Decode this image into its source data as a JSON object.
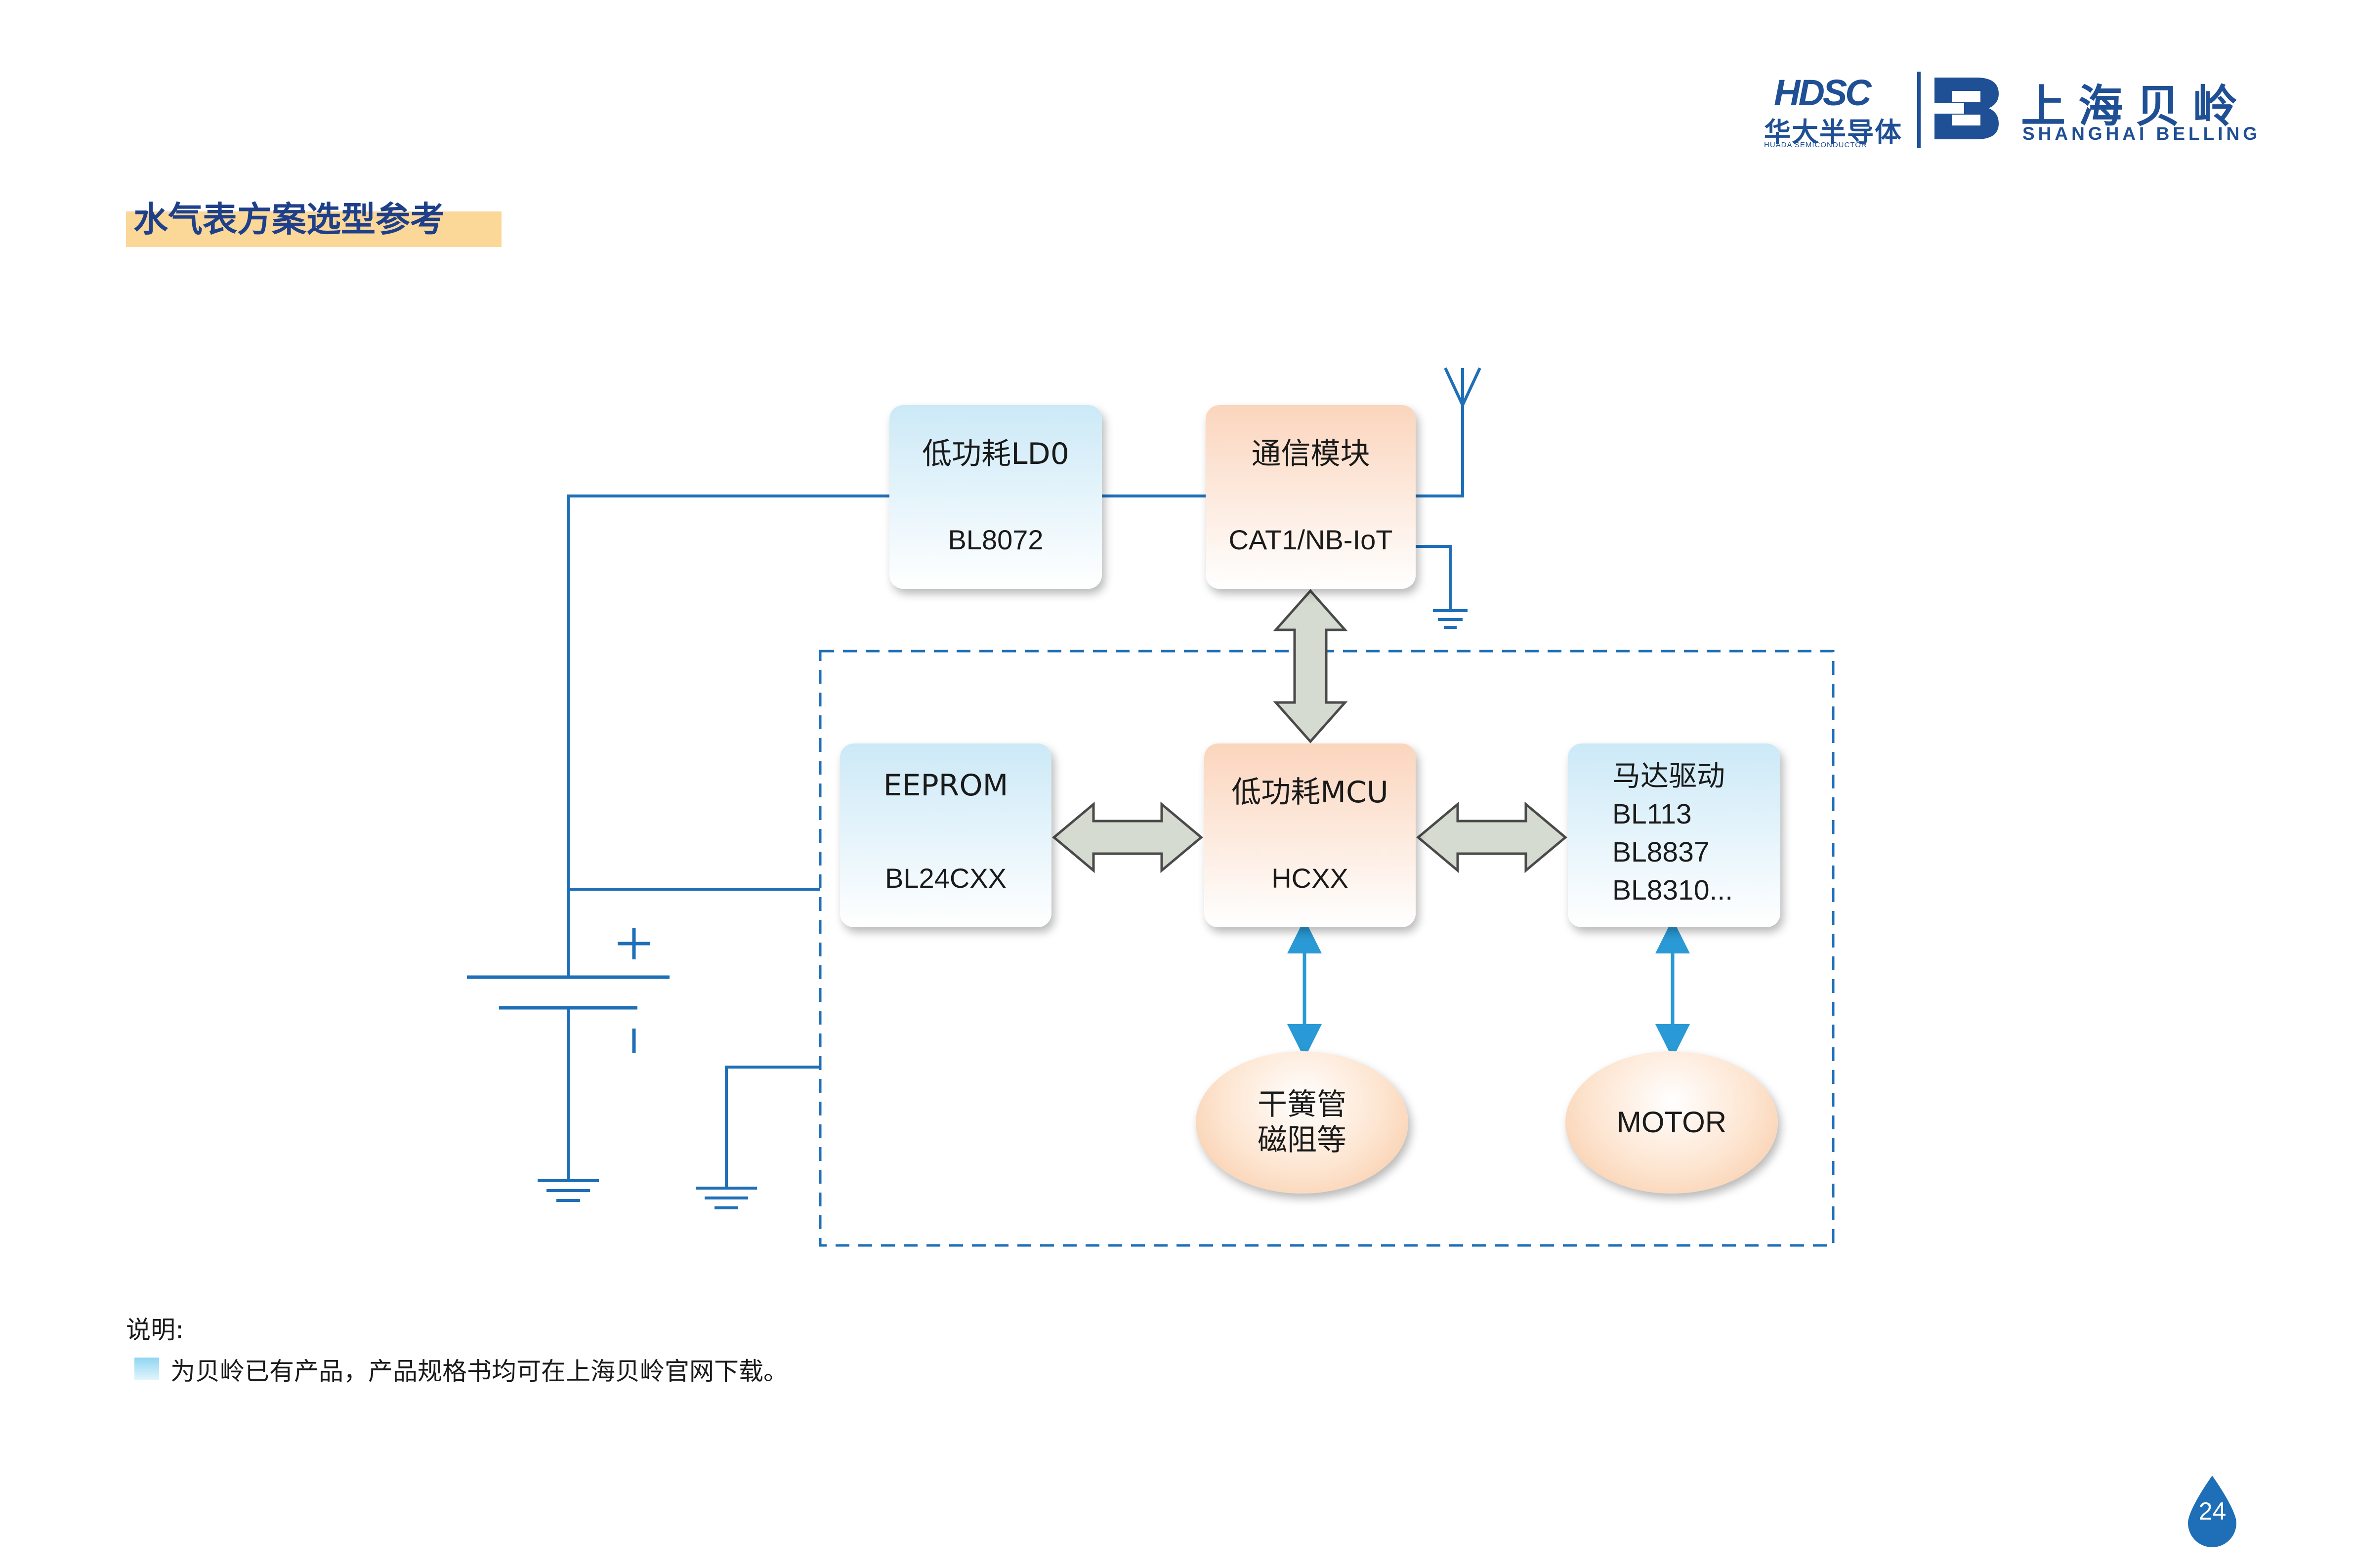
{
  "header": {
    "hdsc_mark": "HDSC",
    "hdsc_cn": "华大半导体",
    "hdsc_en": "HUADA SEMICONDUCTOR",
    "belling_cn": "上海贝岭",
    "belling_en": "SHANGHAI BELLING"
  },
  "title": "水气表方案选型参考",
  "diagram": {
    "ldo": {
      "title": "低功耗LD0",
      "part": "BL8072"
    },
    "comm": {
      "title": "通信模块",
      "part": "CAT1/NB-IoT"
    },
    "eeprom": {
      "title": "EEPROM",
      "part": "BL24CXX"
    },
    "mcu": {
      "title": "低功耗MCU",
      "part": "HCXX"
    },
    "motor_driver": {
      "title": "马达驱动",
      "parts": [
        "BL113",
        "BL8837",
        "BL8310..."
      ]
    },
    "sensor": {
      "label": "干簧管\n磁阻等"
    },
    "motor": {
      "label": "MOTOR"
    },
    "battery_plus": "+",
    "battery_minus": "-"
  },
  "notes": {
    "heading": "说明:",
    "legend_text": "为贝岭已有产品，产品规格书均可在上海贝岭官网下载。"
  },
  "page_number": "24",
  "colors": {
    "brand_blue": "#1f4f94",
    "line_blue": "#1e6fb7",
    "arrow_blue": "#2a9ad6",
    "title_band": "#fbd798"
  }
}
